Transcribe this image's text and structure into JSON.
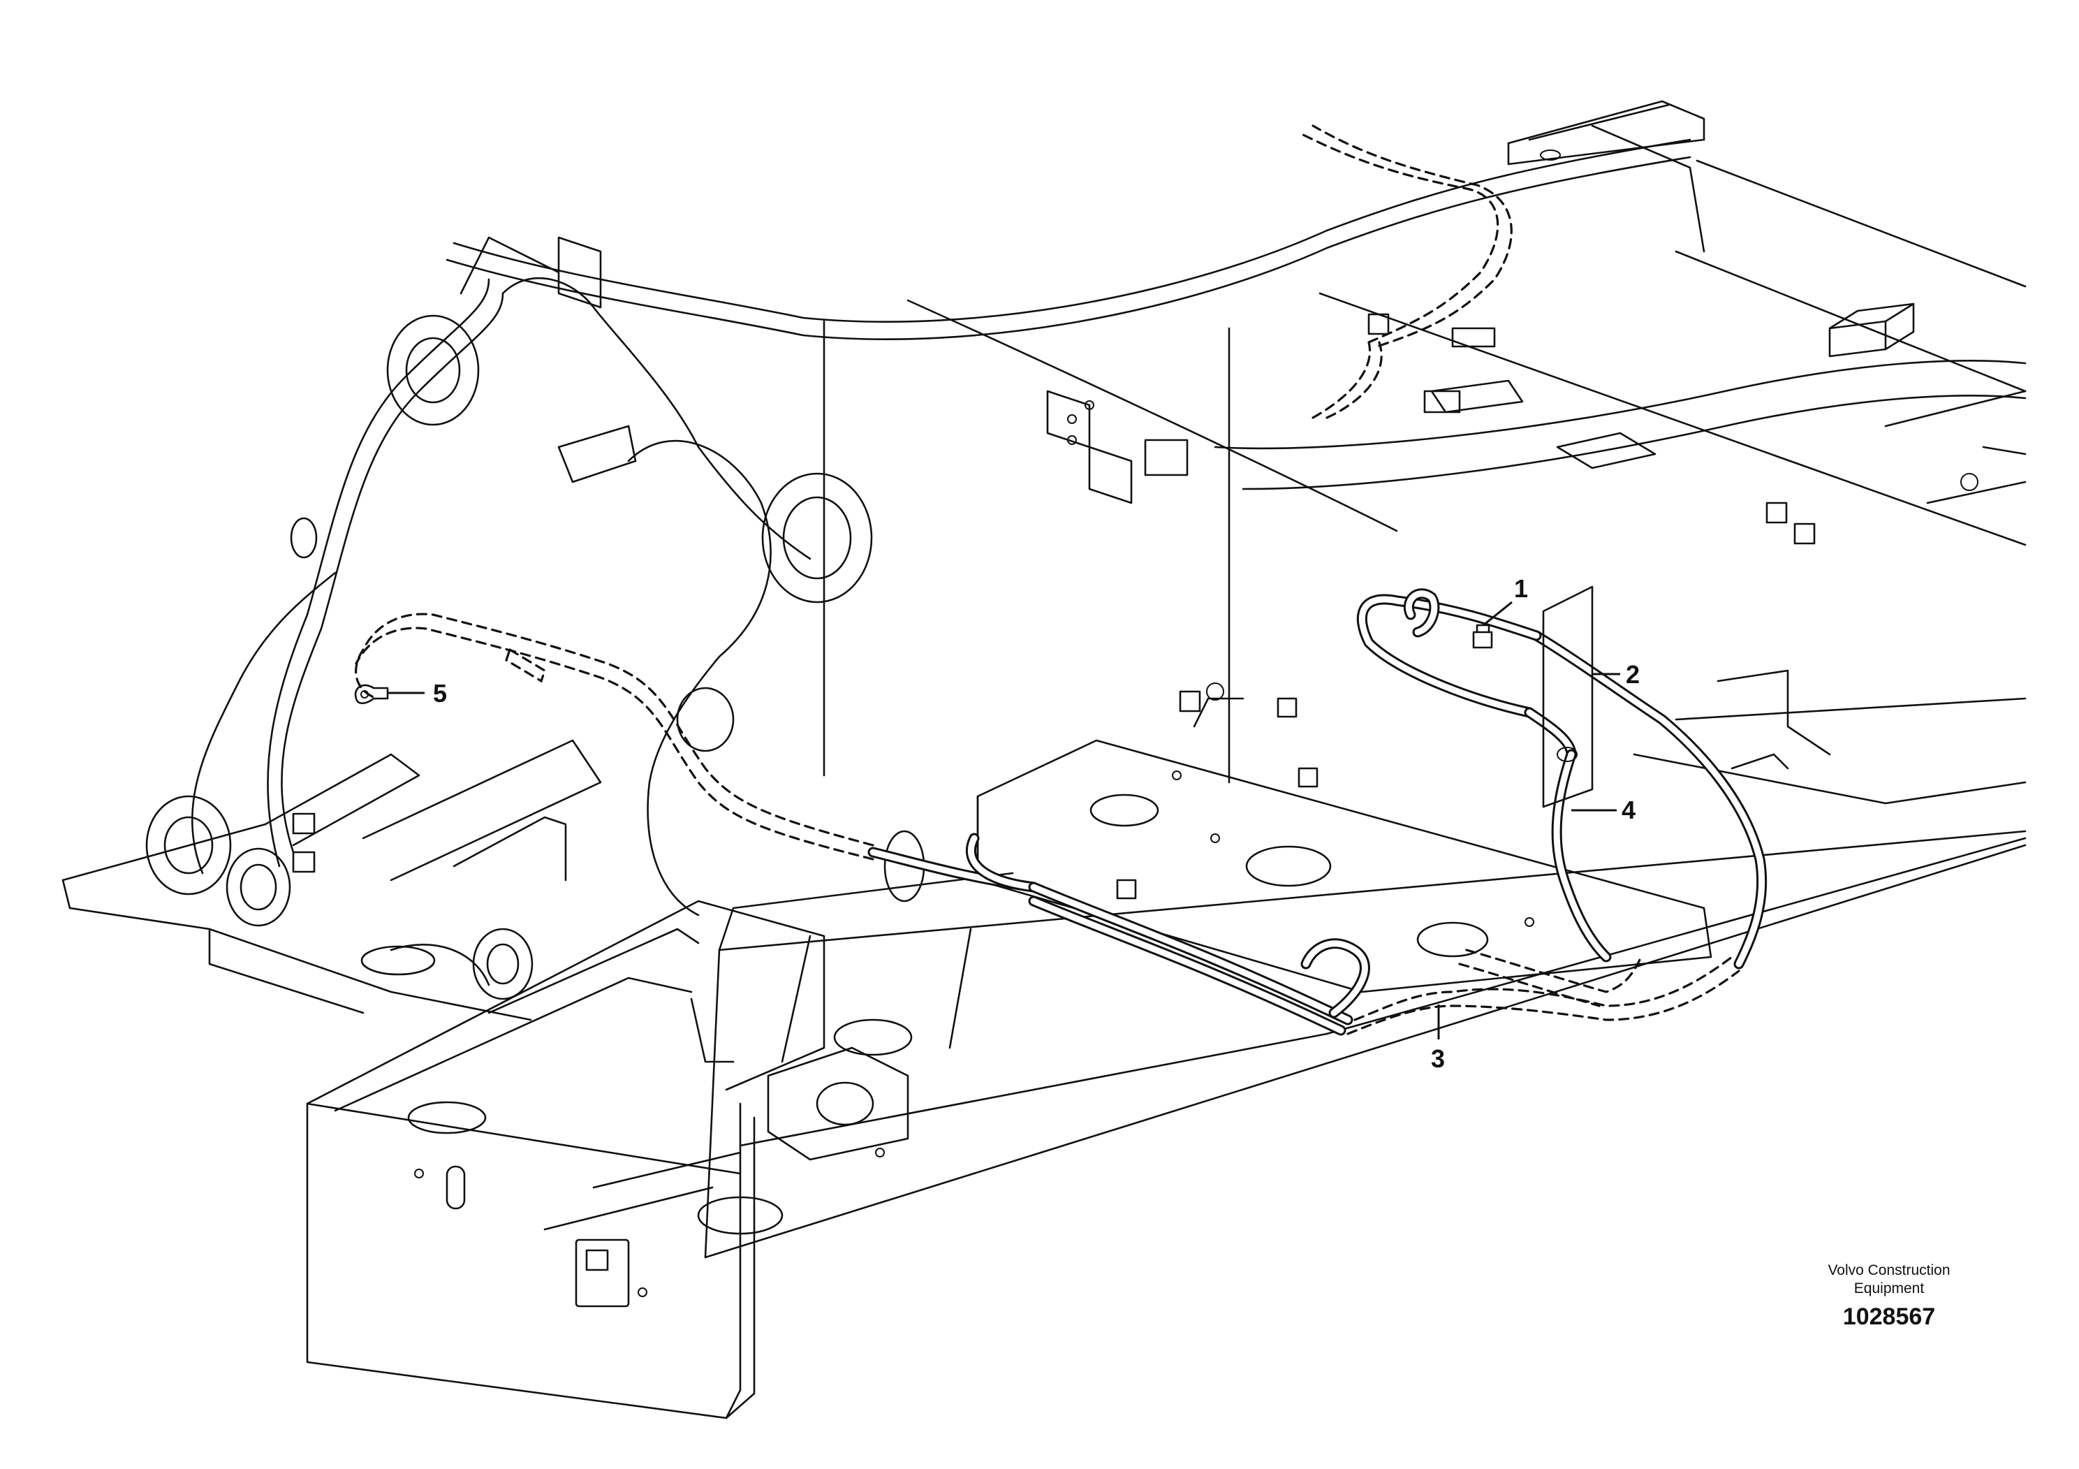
{
  "callouts": {
    "c1": "1",
    "c2": "2",
    "c3": "3",
    "c4": "4",
    "c5": "5"
  },
  "credit": {
    "line1": "Volvo Construction",
    "line2": "Equipment",
    "drawing_number": "1028567"
  }
}
